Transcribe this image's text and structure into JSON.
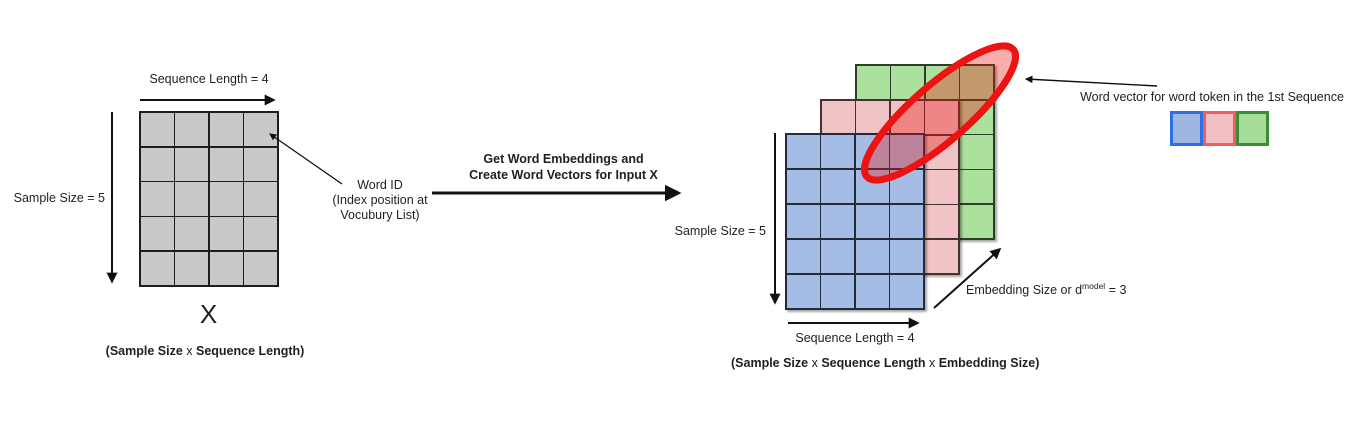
{
  "left_figure": {
    "top_axis_label": "Sequence Length = 4",
    "side_axis_label": "Sample Size = 5",
    "matrix_name": "X",
    "caption_parts": [
      "(Sample Size",
      " x ",
      "Sequence Length)"
    ],
    "grid": {
      "rows": 5,
      "cols": 4
    }
  },
  "word_id_note": {
    "line1": "Word ID",
    "line2": "(Index position at",
    "line3": "Vocubury List)"
  },
  "transform_label": {
    "line1": "Get Word Embeddings and",
    "line2": "Create Word Vectors for Input X"
  },
  "right_figure": {
    "side_axis_label": "Sample Size = 5",
    "bottom_axis_label": "Sequence Length = 4",
    "depth_axis_label": {
      "prefix": "Embedding Size or d",
      "sup": "model",
      "suffix": " = 3"
    },
    "caption_parts": [
      "(Sample Size",
      " x ",
      "Sequence Length",
      " x ",
      "Embedding Size)"
    ],
    "grid": {
      "rows": 5,
      "cols": 4
    },
    "layers": 3
  },
  "annotation": {
    "label": "Word vector for word token in the 1st Sequence"
  },
  "colors": {
    "gray_cell": "#c9c9c9",
    "blue_cell": "#a5bde5",
    "pink_cell": "#f0c4c6",
    "green_cell": "#abe09d",
    "highlight_ellipse": "#ec1313",
    "vector_blue_border": "#2e6fe8",
    "vector_red_border": "#f25c60",
    "vector_green_border": "#3d8b35"
  }
}
